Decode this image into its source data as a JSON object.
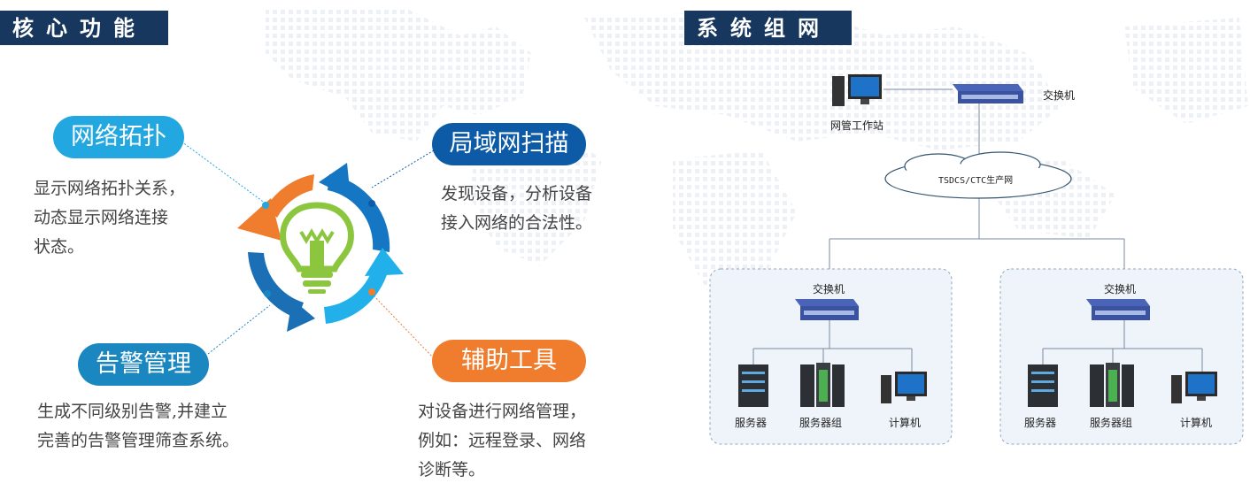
{
  "left_section": {
    "title": "核心功能",
    "features": [
      {
        "label": "网络拓扑",
        "color": "#22a7e0",
        "desc": "显示网络拓扑关系，\n动态显示网络连接\n状态。"
      },
      {
        "label": "局域网扫描",
        "color": "#0d5aa7",
        "desc": "发现设备，分析设备\n接入网络的合法性。"
      },
      {
        "label": "告警管理",
        "color": "#1b87c1",
        "desc": "生成不同级别告警,并建立\n完善的告警管理筛查系统。"
      },
      {
        "label": "辅助工具",
        "color": "#ef7d2d",
        "desc": "对设备进行网络管理，\n例如：远程登录、网络\n诊断等。"
      }
    ],
    "center_icon": "lightbulb-icon",
    "cycle_colors": {
      "orange": "#ef7d2d",
      "blue": "#1577c4",
      "light_blue": "#22b0ea",
      "bulb": "#8cc63f"
    }
  },
  "right_section": {
    "title": "系统组网",
    "top": {
      "workstation_label": "网管工作站",
      "switch_label": "交换机"
    },
    "cloud_label": "TSDCS/CTC生产网",
    "groups": [
      {
        "switch_label": "交换机",
        "devices": [
          "服务器",
          "服务器组",
          "计算机"
        ]
      },
      {
        "switch_label": "交换机",
        "devices": [
          "服务器",
          "服务器组",
          "计算机"
        ]
      }
    ]
  }
}
